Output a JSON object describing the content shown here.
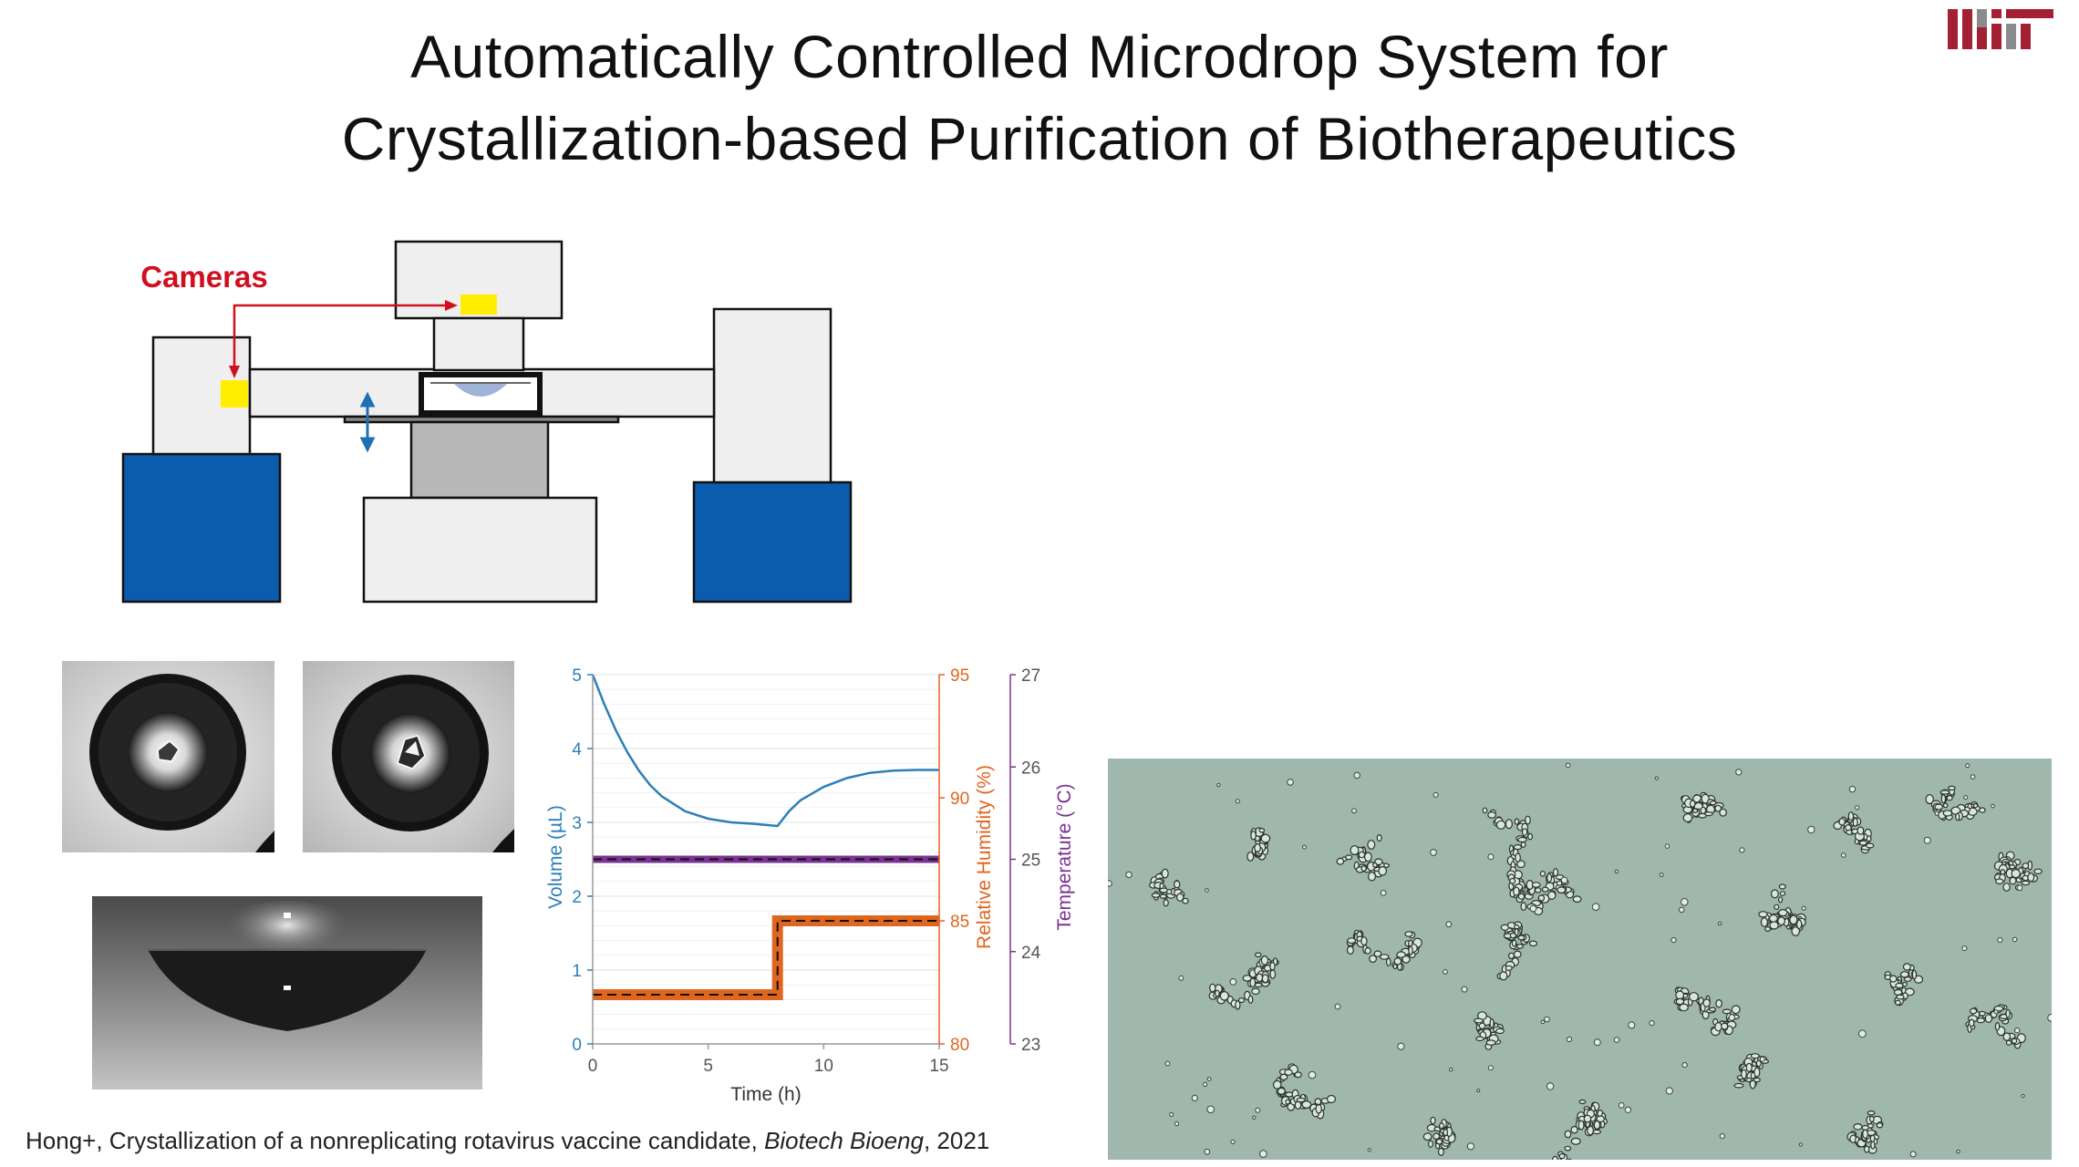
{
  "slide": {
    "title_line1": "Automatically Controlled Microdrop System for",
    "title_line2": "Crystallization-based Purification of Biotherapeutics",
    "logo_text": "MIT",
    "apparatus_label": "Cameras",
    "citation": {
      "prefix": "Hong+, Crystallization of a nonreplicating rotavirus vaccine candidate, ",
      "journal": "Biotech Bioeng",
      "suffix": ", 2021"
    }
  },
  "colors": {
    "title": "#111111",
    "camera_label": "#d0101f",
    "camera": "#ffee00",
    "base_blue": "#0b5cad",
    "housing": "#efefef",
    "volume": "#2c7fb8",
    "humidity": "#e0651f",
    "temperature": "#7b3294",
    "micro_bg": "#9fb7ad"
  },
  "chart_data": {
    "type": "line",
    "xlabel": "Time (h)",
    "xlim": [
      0,
      15
    ],
    "xticks": [
      "0",
      "5",
      "10",
      "15"
    ],
    "axes": {
      "volume": {
        "label": "Volume (µL)",
        "lim": [
          0,
          5
        ],
        "ticks": [
          "0",
          "1",
          "2",
          "3",
          "4",
          "5"
        ]
      },
      "humidity": {
        "label": "Relative Humidity (%)",
        "lim": [
          80,
          95
        ],
        "ticks": [
          "80",
          "85",
          "90",
          "95"
        ]
      },
      "temperature": {
        "label": "Temperature (°C)",
        "lim": [
          23,
          27
        ],
        "ticks": [
          "23",
          "24",
          "25",
          "26",
          "27"
        ]
      }
    },
    "series": [
      {
        "axis": "volume",
        "color": "#2c7fb8",
        "x": [
          0,
          0.5,
          1,
          1.5,
          2,
          2.5,
          3,
          4,
          5,
          6,
          7,
          8,
          8.5,
          9,
          10,
          11,
          12,
          13,
          14,
          15
        ],
        "y": [
          5,
          4.6,
          4.25,
          3.95,
          3.7,
          3.5,
          3.35,
          3.15,
          3.05,
          3.0,
          2.98,
          2.95,
          3.15,
          3.3,
          3.48,
          3.6,
          3.67,
          3.7,
          3.71,
          3.71
        ]
      },
      {
        "axis": "humidity",
        "color": "#e0651f",
        "x": [
          0,
          8,
          8,
          15
        ],
        "y": [
          82,
          82,
          85,
          85
        ]
      },
      {
        "axis": "temperature",
        "color": "#7b3294",
        "x": [
          0,
          15
        ],
        "y": [
          25,
          25
        ]
      }
    ]
  }
}
